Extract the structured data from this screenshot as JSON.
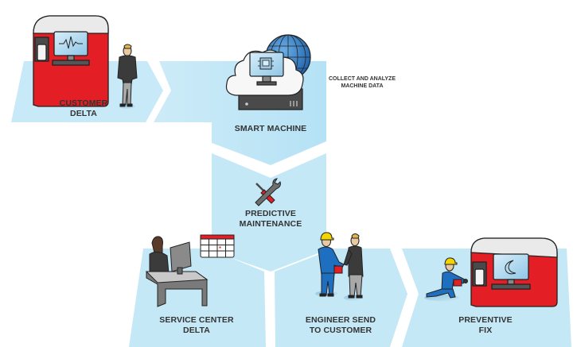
{
  "title": "Predictive maintenance process flow",
  "colors": {
    "panel": "#c5e8f6",
    "panel_dark": "#aee0f5",
    "machine_red": "#e31e24",
    "machine_top": "#e8e8e8",
    "outline": "#222222",
    "screen": "#bfe0f2",
    "worker_blue": "#1f6fc0",
    "helmet": "#f2d500",
    "suit_dark": "#3b3b3b",
    "trousers": "#a8a8a8"
  },
  "steps": [
    {
      "id": "customer",
      "label_lines": [
        "CUSTOMER",
        "DELTA"
      ],
      "icon": "vending-machine-with-waveform-screen-and-customer"
    },
    {
      "id": "smart-machine",
      "label_lines": [
        "SMART MACHINE"
      ],
      "icon": "cloud-computer-server-globe"
    },
    {
      "id": "predictive-maintenance",
      "label_lines": [
        "PREDICTIVE",
        "MAINTENANCE"
      ],
      "icon": "wrench-screwdriver-icon"
    },
    {
      "id": "service-center",
      "label_lines": [
        "SERVICE CENTER",
        "DELTA"
      ],
      "icon": "agent-at-desk-with-calendar"
    },
    {
      "id": "engineer",
      "label_lines": [
        "ENGINEER SEND",
        "TO CUSTOMER"
      ],
      "icon": "engineer-handshake-customer"
    },
    {
      "id": "preventive-fix",
      "label_lines": [
        "PREVENTIVE",
        "FIX"
      ],
      "icon": "engineer-repairing-machine-moon-screen"
    }
  ],
  "annotation": {
    "lines": [
      "COLLECT AND ANALYZE",
      "MACHINE DATA"
    ]
  }
}
